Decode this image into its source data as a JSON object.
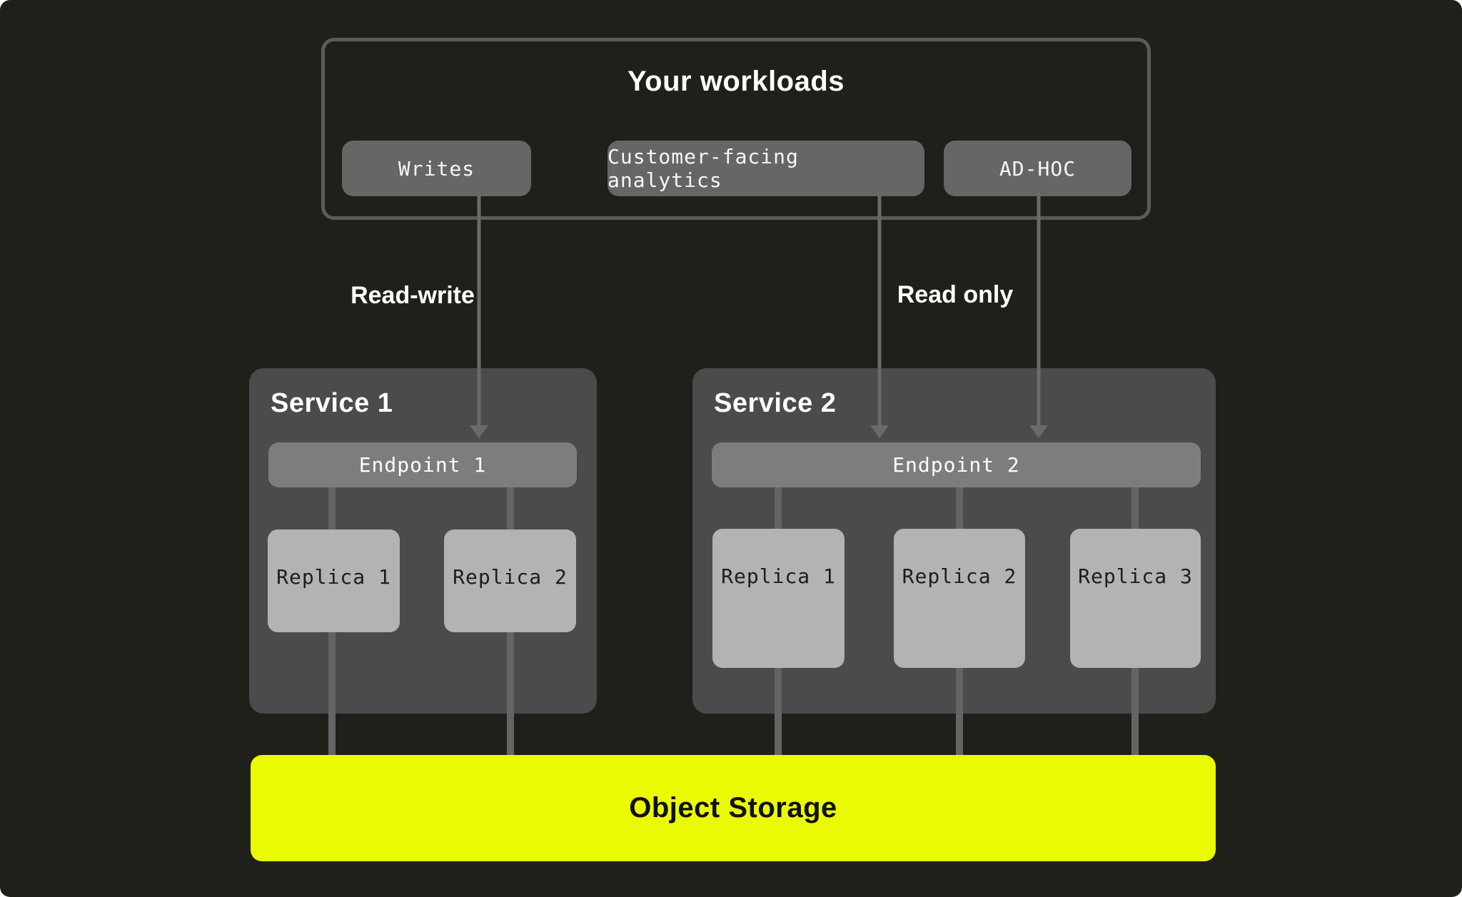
{
  "workloads": {
    "title": "Your workloads",
    "items": [
      {
        "label": "Writes"
      },
      {
        "label": "Customer-facing analytics"
      },
      {
        "label": "AD-HOC"
      }
    ]
  },
  "edges": {
    "read_write_label": "Read-write",
    "read_only_label": "Read only"
  },
  "services": [
    {
      "title": "Service 1",
      "endpoint": "Endpoint 1",
      "replicas": [
        "Replica 1",
        "Replica 2"
      ]
    },
    {
      "title": "Service 2",
      "endpoint": "Endpoint 2",
      "replicas": [
        "Replica 1",
        "Replica 2",
        "Replica 3"
      ]
    }
  ],
  "storage": {
    "label": "Object Storage"
  },
  "colors": {
    "background": "#1f201a",
    "service_box": "#4b4b4b",
    "workload_button": "#666666",
    "endpoint_bar": "#7d7d7d",
    "replica_box": "#b3b3b3",
    "storage_accent": "#e9fa02",
    "wire_gray": "#676767",
    "border_gray": "#5b5b5b"
  }
}
